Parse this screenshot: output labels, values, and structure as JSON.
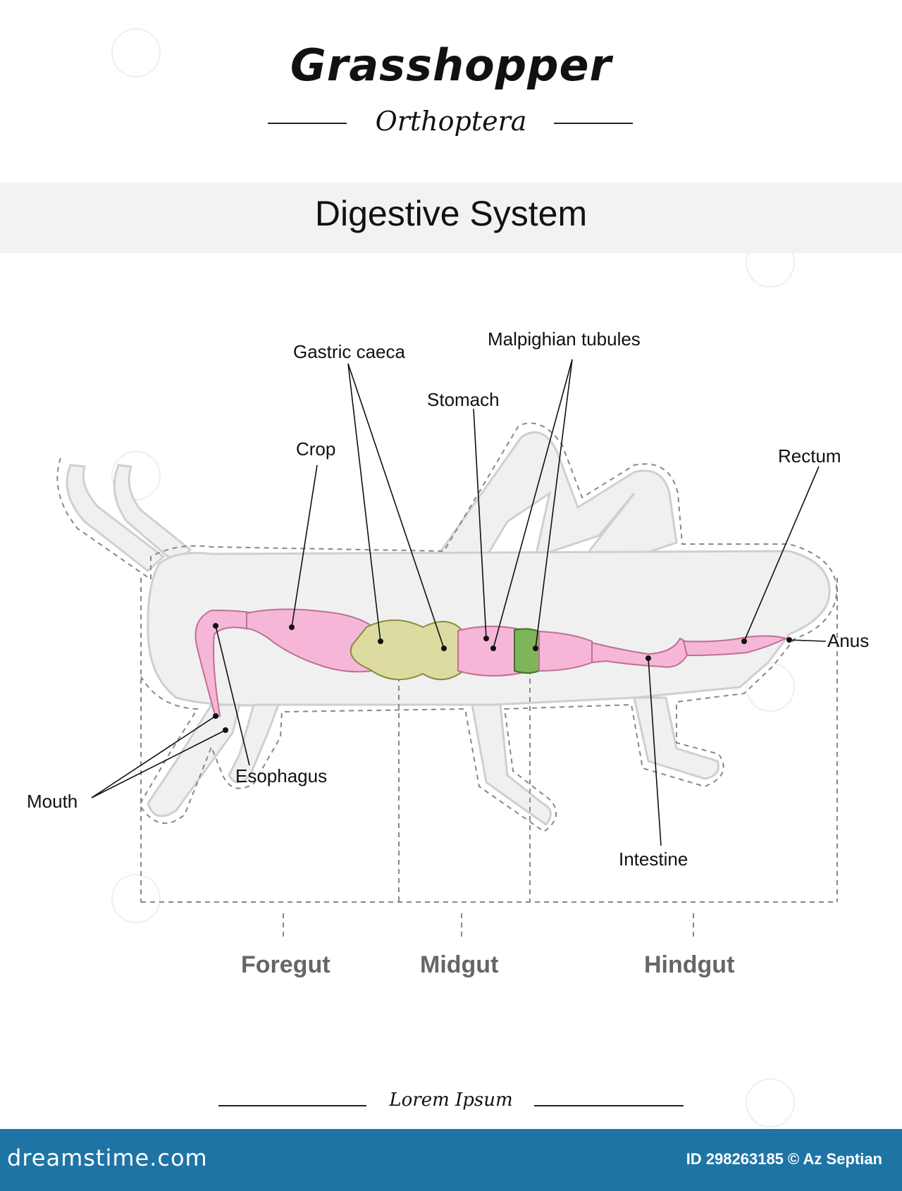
{
  "header": {
    "title": "Grasshopper",
    "subtitle": "Orthoptera"
  },
  "section_title": "Digestive System",
  "labels": {
    "gastric_caeca": "Gastric caeca",
    "malpighian_tubules": "Malpighian tubules",
    "stomach": "Stomach",
    "crop": "Crop",
    "rectum": "Rectum",
    "anus": "Anus",
    "esophagus": "Esophagus",
    "mouth": "Mouth",
    "intestine": "Intestine"
  },
  "regions": {
    "foregut": "Foregut",
    "midgut": "Midgut",
    "hindgut": "Hindgut"
  },
  "footer": {
    "caption": "Lorem Ipsum",
    "brand": "dreamstime.com",
    "credit": "ID 298263185 © Az Septian"
  },
  "colors": {
    "body_fill": "#f0f0f0",
    "gut_pink": "#f6b6d8",
    "caeca_yellow": "#dcdca0",
    "green_band": "#7fb55a",
    "footer_bar": "#1e75a5"
  }
}
